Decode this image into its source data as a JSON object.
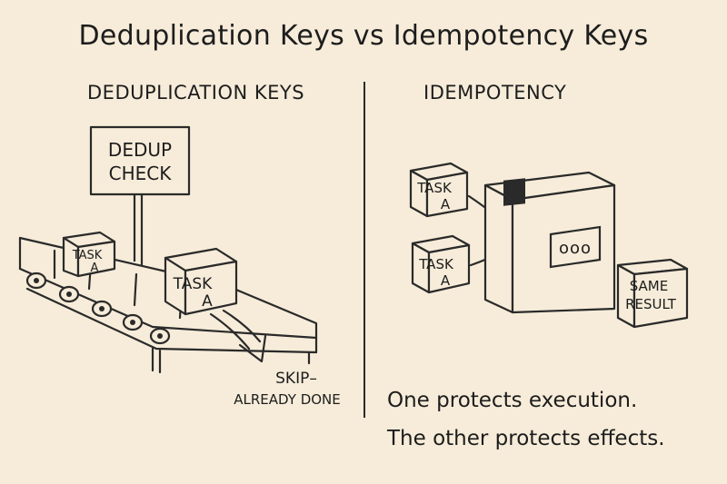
{
  "title": "Deduplication Keys vs Idempotency Keys",
  "left": {
    "heading": "DEDUPLICATION KEYS",
    "sign_line1": "DEDUP",
    "sign_line2": "CHECK",
    "box_back_line1": "TASK",
    "box_back_line2": "A",
    "box_front_line1": "TASK",
    "box_front_line2": "A",
    "skip_line1": "SKIP–",
    "skip_line2": "ALREADY DONE"
  },
  "right": {
    "heading": "IDEMPOTENCY",
    "box_top_line1": "TASK",
    "box_top_line2": "A",
    "box_bottom_line1": "TASK",
    "box_bottom_line2": "A",
    "panel_label": "ooo",
    "result_line1": "SAME",
    "result_line2": "RESULT"
  },
  "caption_line1": "One protects execution.",
  "caption_line2": "The other protects effects."
}
